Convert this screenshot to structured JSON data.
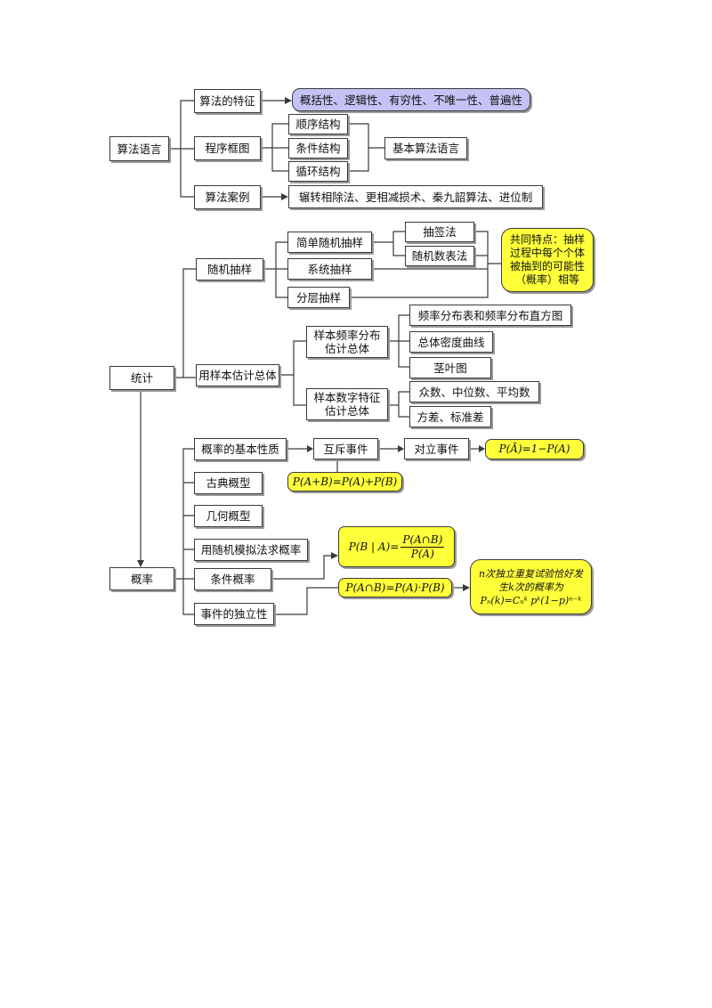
{
  "algorithm": {
    "root": "算法语言",
    "features_label": "算法的特征",
    "features_value": "概括性、逻辑性、有穷性、不唯一性、普遍性",
    "flowchart_label": "程序框图",
    "structures": [
      "顺序结构",
      "条件结构",
      "循环结构"
    ],
    "basic_language": "基本算法语言",
    "cases_label": "算法案例",
    "cases_value": "辗转相除法、更相减损术、秦九韶算法、进位制"
  },
  "statistics": {
    "root": "统计",
    "random_sampling": "随机抽样",
    "simple_random": "简单随机抽样",
    "lottery": "抽签法",
    "random_table": "随机数表法",
    "systematic": "系统抽样",
    "stratified": "分层抽样",
    "common_note": "共同特点：抽样过程中每个个体被抽到的可能性（概率）相等",
    "estimate": "用样本估计总体",
    "freq_dist": "样本频率分布估计总体",
    "freq_items": [
      "频率分布表和频率分布直方图",
      "总体密度曲线",
      "茎叶图"
    ],
    "numeric": "样本数字特征估计总体",
    "numeric_items": [
      "众数、中位数、平均数",
      "方差、标准差"
    ]
  },
  "probability": {
    "root": "概率",
    "basic": "概率的基本性质",
    "mutex": "互斥事件",
    "opposite": "对立事件",
    "opposite_formula": "P(Ā)=1−P(A)",
    "mutex_formula": "P(A+B)=P(A)+P(B)",
    "classical": "古典概型",
    "geometric": "几何概型",
    "simulation": "用随机模拟法求概率",
    "conditional": "条件概率",
    "cond_lhs": "P(B | A)=",
    "cond_num": "P(A∩B)",
    "cond_den": "P(A)",
    "independence": "事件的独立性",
    "indep_formula": "P(A∩B)=P(A)·P(B)",
    "binomial_note": "n次独立重复试验恰好发生k次的概率为Pₙ(k)=Cₙᵏ pᵏ(1−p)ⁿ⁻ᵏ"
  }
}
